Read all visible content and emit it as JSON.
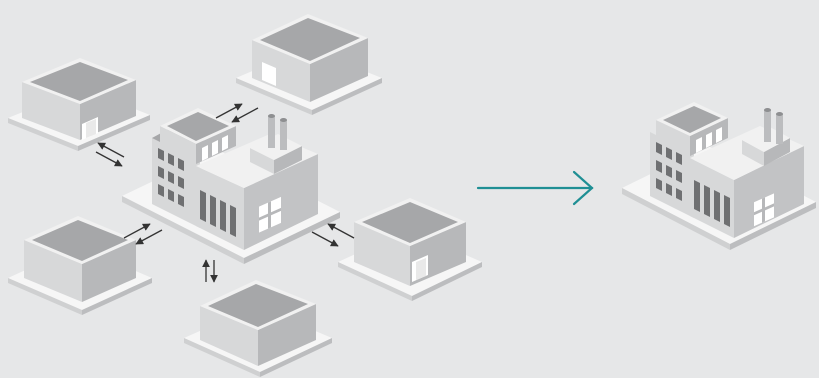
{
  "diagram": {
    "description_colors": {
      "background": "#e6e7e8",
      "roof": "#a9aaac",
      "wall_front": "#d7d8d9",
      "wall_side": "#b5b6b8",
      "base": "#f4f4f4",
      "window": "#6f7072",
      "arrow_main": "#1f8f94",
      "arrow_small": "#333333"
    },
    "elements": [
      {
        "id": "warehouse-top-left",
        "icon": "warehouse-icon"
      },
      {
        "id": "warehouse-top-middle",
        "icon": "warehouse-icon"
      },
      {
        "id": "factory-center",
        "icon": "factory-icon"
      },
      {
        "id": "warehouse-left-bottom",
        "icon": "warehouse-icon"
      },
      {
        "id": "warehouse-bottom",
        "icon": "warehouse-icon"
      },
      {
        "id": "warehouse-right",
        "icon": "warehouse-icon"
      },
      {
        "id": "factory-result",
        "icon": "factory-icon"
      }
    ],
    "connections": [
      {
        "from": "warehouse-top-left",
        "to": "factory-center",
        "type": "bidirectional"
      },
      {
        "from": "warehouse-top-middle",
        "to": "factory-center",
        "type": "bidirectional"
      },
      {
        "from": "warehouse-left-bottom",
        "to": "factory-center",
        "type": "bidirectional"
      },
      {
        "from": "warehouse-bottom",
        "to": "factory-center",
        "type": "bidirectional"
      },
      {
        "from": "warehouse-right",
        "to": "factory-center",
        "type": "bidirectional"
      },
      {
        "from": "factory-center",
        "to": "factory-result",
        "type": "transformation"
      }
    ]
  }
}
